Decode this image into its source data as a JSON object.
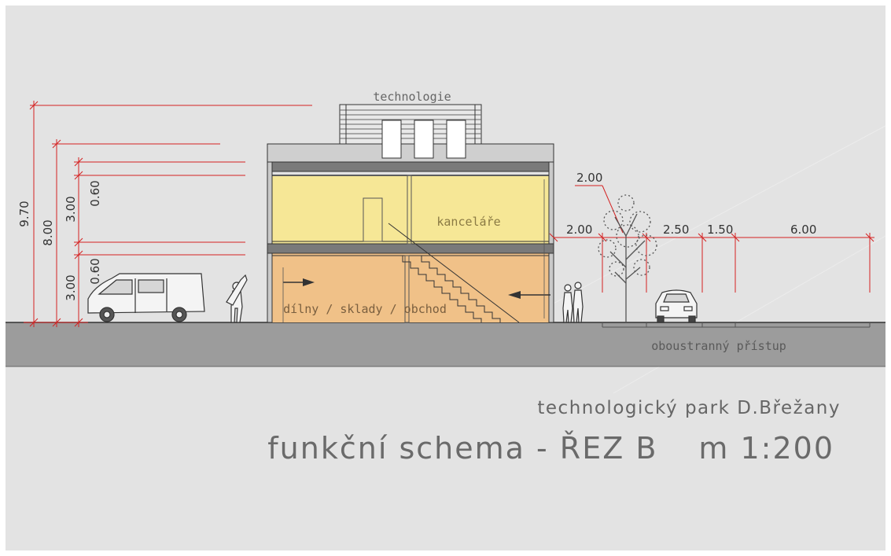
{
  "labels": {
    "technology": "technologie",
    "offices": "kanceláře",
    "workshops": "dílny / sklady / obchod",
    "access": "oboustranný přístup"
  },
  "dimensions": {
    "total_height": "9.70",
    "roof_height": "8.00",
    "upper_floor": "3.00",
    "upper_slab": "0.60",
    "lower_floor": "3.00",
    "lower_slab": "0.60",
    "tree_offset": "2.00",
    "walkway": "2.00",
    "lane_a": "2.50",
    "lane_b": "1.50",
    "parking": "6.00"
  },
  "title": {
    "project": "technologický park D.Břežany",
    "sheet": "funkční schema - ŘEZ B",
    "scale": "m 1:200"
  },
  "colors": {
    "background": "#e3e3e3",
    "ground": "#9c9c9c",
    "dimension_lines": "#d42020",
    "offices_fill": "#f6e796",
    "workshops_fill": "#f0c188"
  }
}
